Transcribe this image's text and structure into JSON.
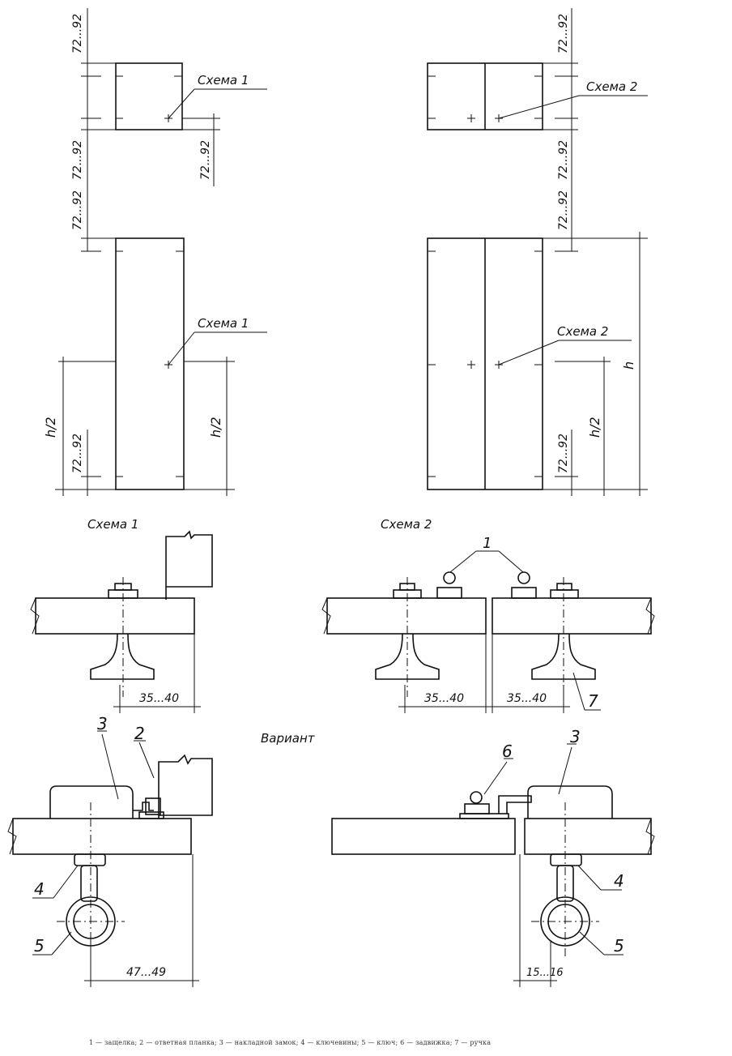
{
  "labels": {
    "scheme1": "Схема 1",
    "scheme2": "Схема 2",
    "variant": "Вариант",
    "dim_72_92": "72...92",
    "dim_h2": "h/2",
    "dim_h": "h",
    "dim_35_40": "35...40",
    "dim_47_49": "47...49",
    "dim_15_16": "15...16",
    "n1": "1",
    "n2": "2",
    "n3": "3",
    "n4": "4",
    "n5": "5",
    "n6": "6",
    "n7": "7"
  },
  "caption": "1 — защелка; 2 — ответная планка; 3 — накладной замок; 4 — ключевины; 5 — ключ; 6 — задвижка; 7 — ручка"
}
